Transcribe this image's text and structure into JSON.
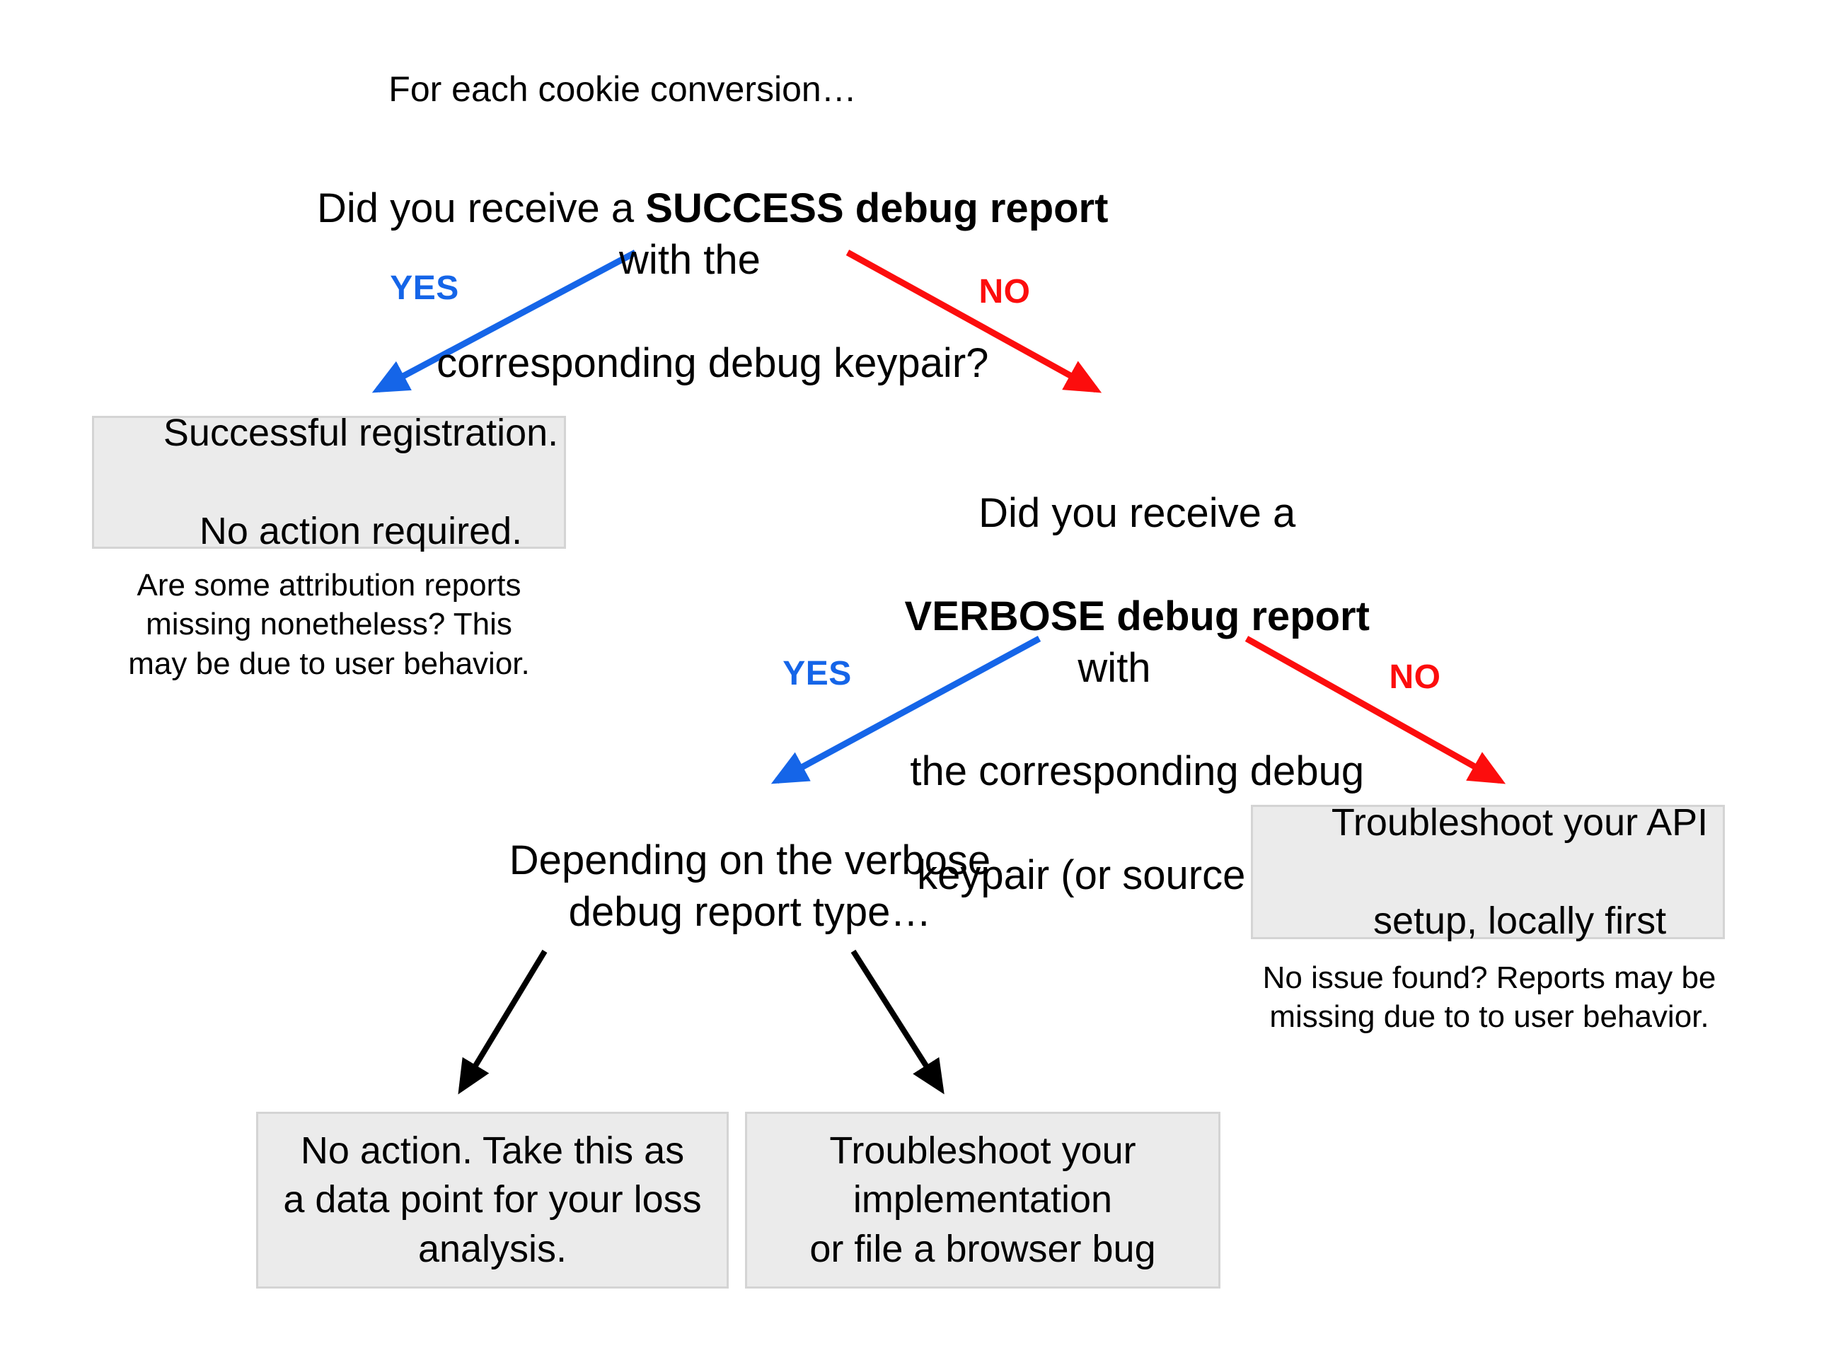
{
  "diagram": {
    "title": "For each cookie conversion…",
    "background_color": "#ffffff",
    "box_fill_color": "#ebebeb",
    "box_border_color": "#d4d4d4",
    "yes_color": "#1565e8",
    "no_color": "#fc0d0d",
    "neutral_arrow_color": "#000000"
  },
  "nodes": {
    "root_question": {
      "line1_prefix": "Did you receive a ",
      "line1_bold": "SUCCESS debug report",
      "line1_suffix": " with the",
      "line2": "corresponding debug keypair?"
    },
    "success_box": {
      "line1": "Successful registration.",
      "line2": "No action required."
    },
    "success_note": "Are some attribution reports\nmissing nonetheless? This\nmay be due to user behavior.",
    "verbose_question": {
      "line1": "Did you receive a",
      "line2_bold": "VERBOSE debug report",
      "line2_suffix": " with",
      "line3": "the corresponding debug",
      "line4": "keypair (or source key)?"
    },
    "api_box": {
      "line1": "Troubleshoot your API",
      "line2": "setup, locally first"
    },
    "api_note": "No issue found? Reports may be\nmissing due to to user behavior.",
    "verbose_type_text": "Depending on the verbose\ndebug report type…",
    "no_action_box": "No action. Take this as\na data point for your loss\nanalysis.",
    "troubleshoot_box": "Troubleshoot your\nimplementation\nor file a browser bug"
  },
  "edges": {
    "root_yes": "YES",
    "root_no": "NO",
    "verbose_yes": "YES",
    "verbose_no": "NO"
  }
}
